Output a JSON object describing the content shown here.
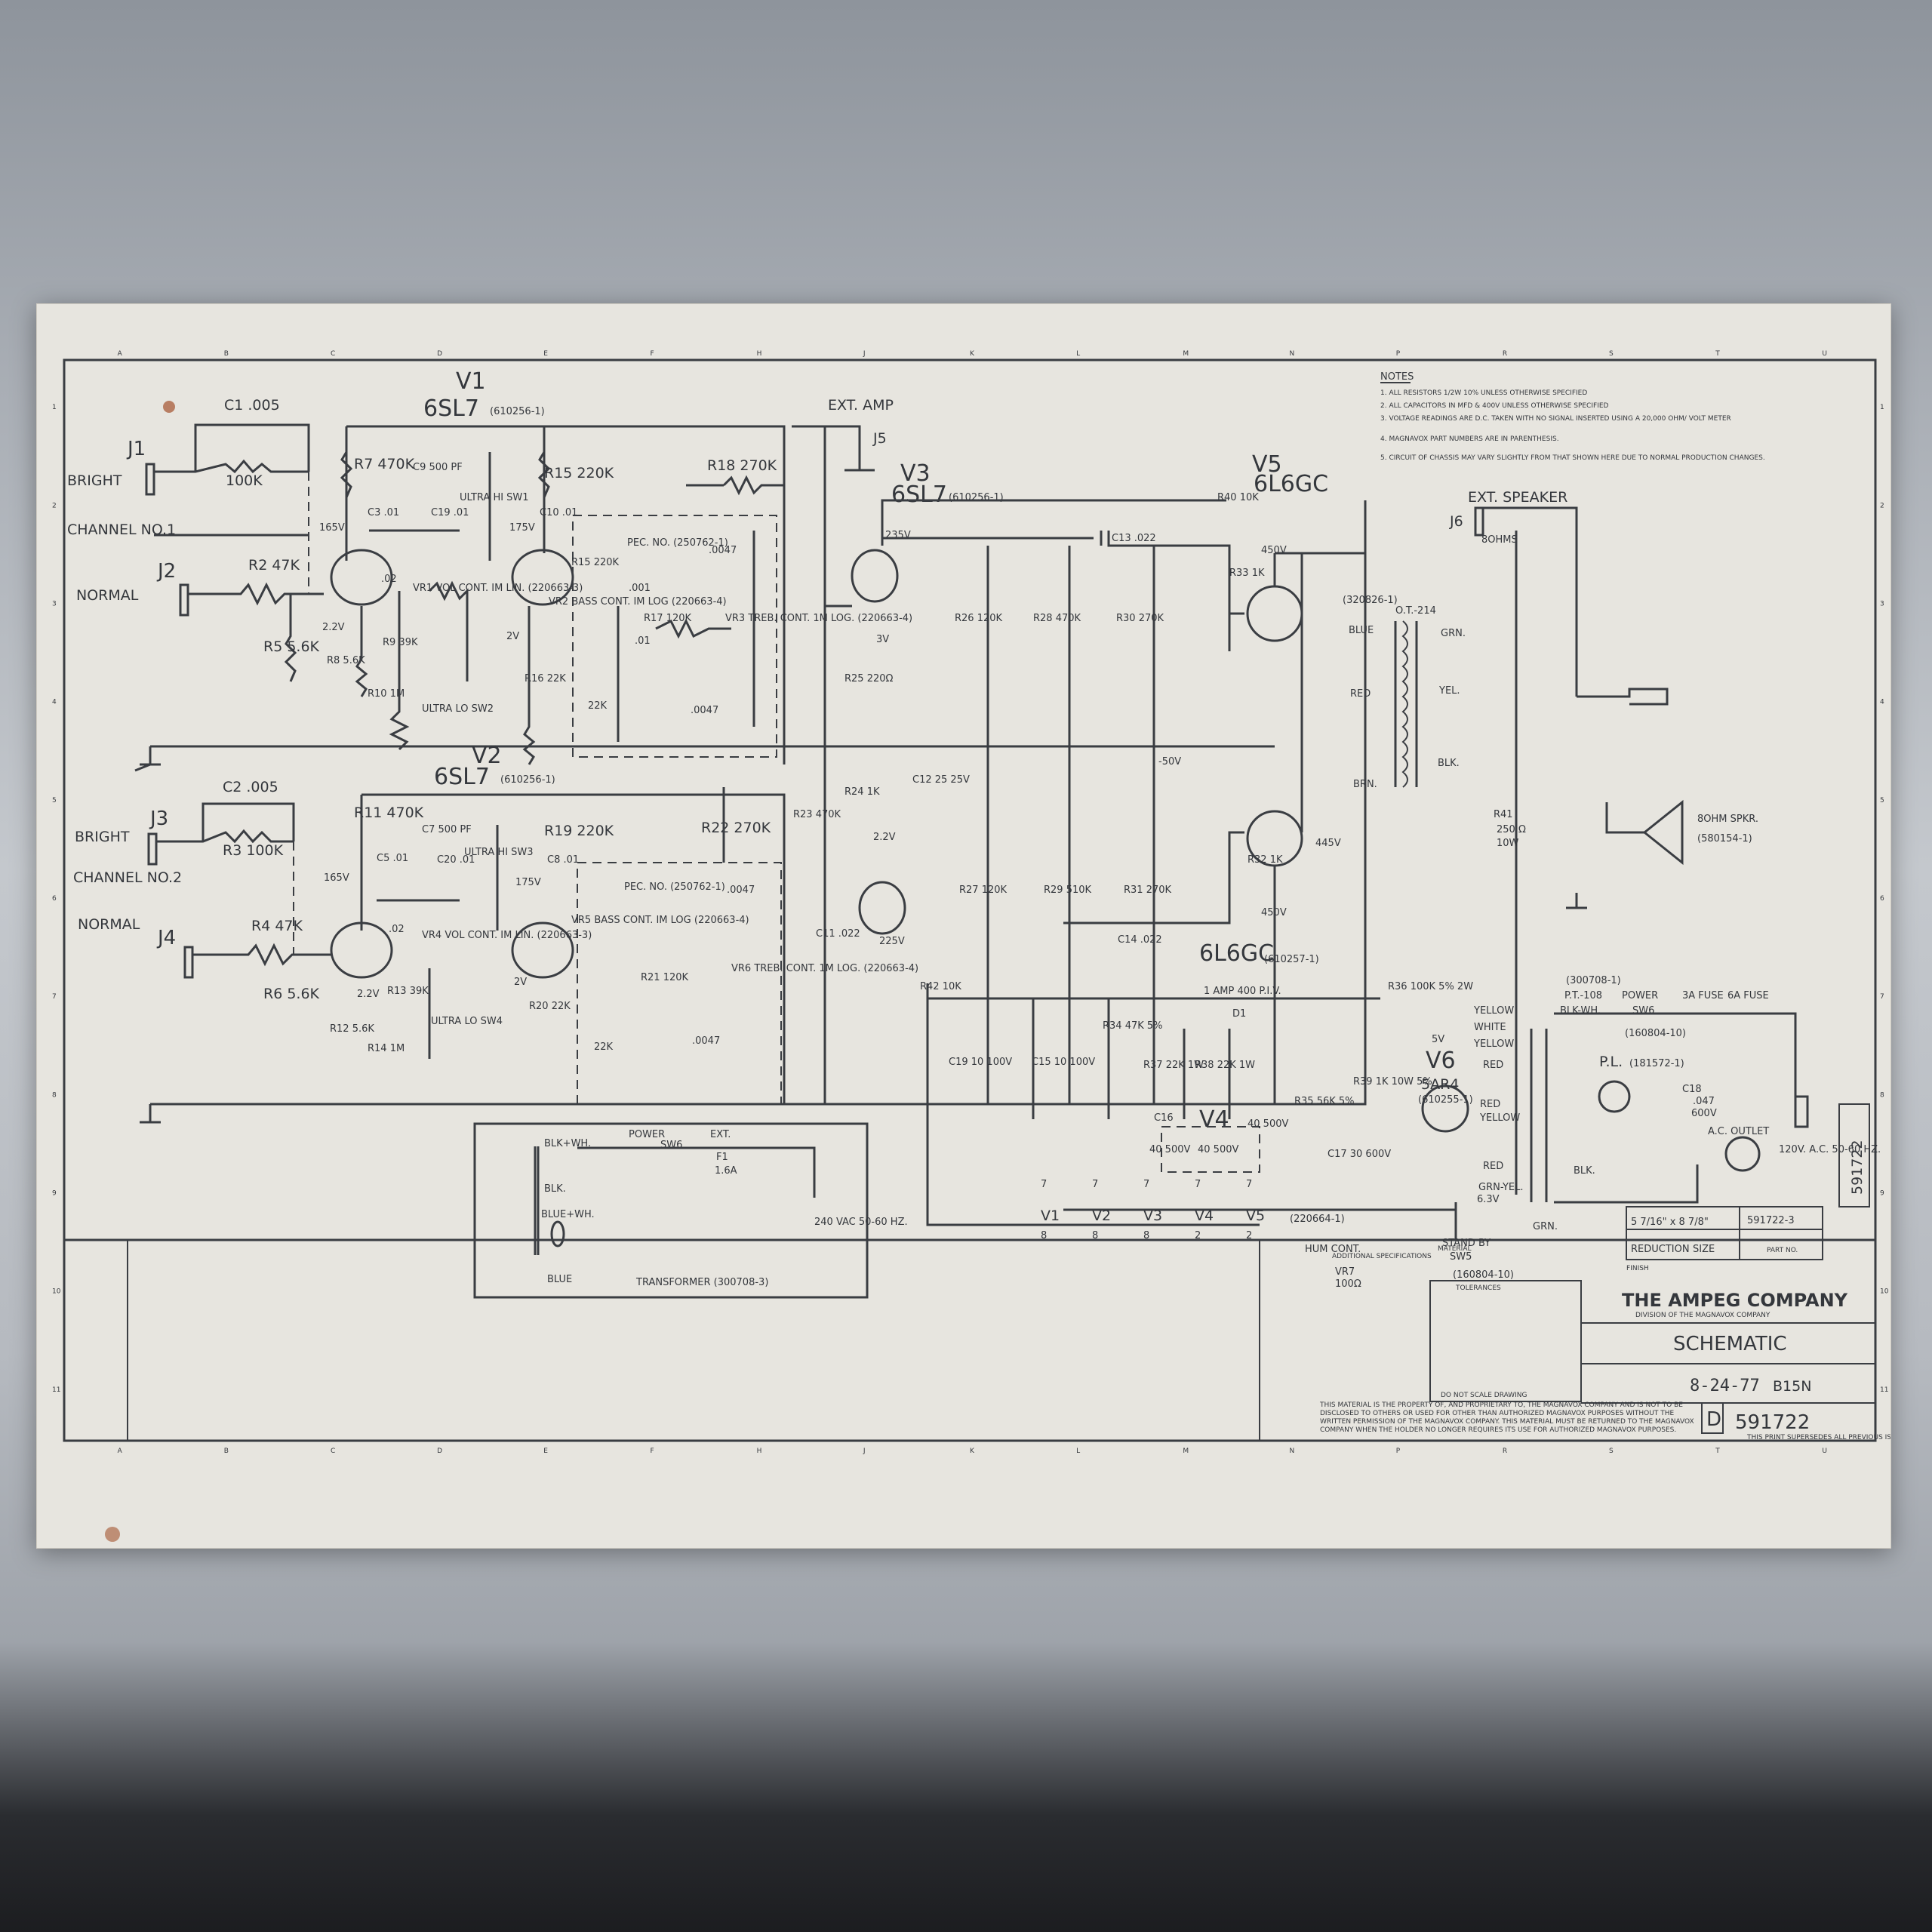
{
  "notes": {
    "heading": "NOTES",
    "items": [
      "1.  ALL RESISTORS 1/2W 10% UNLESS OTHERWISE SPECIFIED",
      "2.  ALL CAPACITORS IN MFD & 400V UNLESS OTHERWISE SPECIFIED",
      "3.  VOLTAGE READINGS ARE D.C. TAKEN WITH NO SIGNAL INSERTED USING A 20,000 OHM/ VOLT METER",
      "4.  MAGNAVOX PART NUMBERS ARE IN PARENTHESIS.",
      "5.  CIRCUIT OF CHASSIS MAY VARY SLIGHTLY FROM THAT SHOWN HERE DUE TO NORMAL PRODUCTION CHANGES."
    ]
  },
  "inputs": {
    "bright": "BRIGHT",
    "channel1": "CHANNEL NO.1",
    "channel2": "CHANNEL NO.2",
    "normal": "NORMAL",
    "j1": "J1",
    "j2": "J2",
    "j3": "J3",
    "j4": "J4"
  },
  "tubes": {
    "v1": "V1",
    "v1_type": "6SL7",
    "v1_part": "(610256-1)",
    "v2": "V2",
    "v2_type": "6SL7",
    "v2_part": "(610256-1)",
    "v3": "V3",
    "v3_type": "6SL7",
    "v3_part": "(610256-1)",
    "v4": "V4",
    "v4_type": "6L6GC",
    "v4_part": "(610257-1)",
    "v5": "V5",
    "v5_type": "6L6GC",
    "v6": "V6",
    "v6_type": "5AR4",
    "v6_part": "(610255-1)"
  },
  "labels": {
    "ext_amp": "EXT. AMP",
    "j5": "J5",
    "ext_speaker": "EXT. SPEAKER",
    "j6": "J6",
    "j6_ohms": "8OHMS",
    "ot": "O.T.-214",
    "ot_part": "(320826-1)",
    "blue": "BLUE",
    "red": "RED",
    "brn": "BRN.",
    "grn": "GRN.",
    "yel": "YEL.",
    "blk": "BLK.",
    "speaker": "8OHM SPKR.",
    "speaker_part": "(580154-1)",
    "r41": "R41",
    "r41_val": "250 Ω",
    "r41_w": "10W",
    "power_trans": "P.T.-108",
    "pt_part": "(300708-1)",
    "blk_wh": "BLK-WH.",
    "power": "POWER",
    "sw6": "SW6",
    "fuse3": "3A FUSE",
    "fuse6": "6A FUSE",
    "sw_part": "(160804-10)",
    "pl": "P.L.",
    "pl_part": "(181572-1)",
    "ac_outlet": "A.C. OUTLET",
    "mains": "120V. A.C. 50-60 HZ.",
    "c18": "C18",
    "c18_val": ".047",
    "c18_v": "600V",
    "standby": "STAND BY",
    "sw5": "SW5",
    "standby_part": "(160804-10)",
    "hum": "HUM CONT.",
    "vr7": "VR7",
    "vr7_val": "100Ω",
    "heater_part": "(220664-1)",
    "d1": "D1",
    "d1_rating": "1 AMP   400 P.I.V.",
    "transformer": "TRANSFORMER (300708-3)",
    "t_blkwh": "BLK+WH.",
    "t_blk": "BLK.",
    "t_bluewh": "BLUE+WH.",
    "t_blue": "BLUE",
    "t_power": "POWER",
    "t_sw6": "SW6",
    "t_ext": "EXT.",
    "t_f1": "F1",
    "t_f1_val": "1.6A",
    "t_mains": "240 VAC 50-60 HZ.",
    "v_165a": "165V",
    "v_175a": "175V",
    "v_165b": "165V",
    "v_175b": "175V",
    "v_235": "235V",
    "v_225": "225V",
    "v_450a": "450V",
    "v_450b": "450V",
    "v_445": "445V",
    "v_m50": "-50V",
    "v_3v": "3V",
    "v_22a": "2.2V",
    "v_22b": "2.2V",
    "v_22c": "2.2V",
    "v_2a": "2V",
    "v_2b": "2V",
    "v_5v": "5V",
    "v_63": "6.3V",
    "yellow": "YELLOW",
    "white": "WHITE",
    "red2": "RED",
    "grn_yel": "GRN-YEL.",
    "blk2": "BLK."
  },
  "components": {
    "c1": "C1 .005",
    "r1": "100K",
    "r2": "R2 47K",
    "r5": "R5 5.6K",
    "r7": "R7 470K",
    "c3": "C3 .01",
    "c4": ".02",
    "r8": "R8 5.6K",
    "c9": "C9 500 PF",
    "c19a": "C19 .01",
    "vr1": "VR1 VOL CONT. IM LIN. (220663-3)",
    "r9": "R9 39K",
    "r10": "R10 1M",
    "ultra_hi": "ULTRA HI SW1",
    "ultra_lo": "ULTRA LO SW2",
    "r15": "R15 220K",
    "c10": "C10 .01",
    "r16": "R16 22K",
    "vr2": "VR2 BASS CONT. IM LOG (220663-4)",
    "pec": "PEC. NO. (250762-1)",
    "r17": "R17 120K",
    "r18": "R18 270K",
    "vr3": "VR3 TREB. CONT. 1M LOG. (220663-4)",
    "c0047a": ".0047",
    "c0047b": ".0047",
    "c001": ".001",
    "c01": ".01",
    "r22k": "22K",
    "c2": "C2 .005",
    "r3": "R3 100K",
    "r4": "R4 47K",
    "r6": "R6 5.6K",
    "r11": "R11 470K",
    "c5": "C5 .01",
    "c6": ".02",
    "r12": "R12 5.6K",
    "c7": "C7 500 PF",
    "c20": "C20 .01",
    "vr4": "VR4 VOL CONT. IM LIN. (220663-3)",
    "r13": "R13 39K",
    "r14": "R14 1M",
    "ultra_hi2": "ULTRA HI SW3",
    "ultra_lo2": "ULTRA LO SW4",
    "r19": "R19 220K",
    "c8": "C8 .01",
    "r20": "R20 22K",
    "vr5": "VR5 BASS CONT. IM LOG (220663-4)",
    "pec2": "PEC. NO. (250762-1)",
    "r21": "R21 120K",
    "r22": "R22 270K",
    "vr6": "VR6 TREB. CONT. 1M LOG. (220663-4)",
    "r23": "R23 470K",
    "r24": "R24 1K",
    "r25": "R25 220Ω",
    "c11": "C11 .022",
    "c12": "C12 25 25V",
    "r26": "R26 120K",
    "r27": "R27 120K",
    "r28": "R28 470K",
    "r29": "R29 510K",
    "c13": "C13 .022",
    "c14": "C14 .022",
    "r30": "R30 270K",
    "r31": "R31 270K",
    "r32": "R32 1K",
    "r33": "R33 1K",
    "r40": "R40 10K",
    "r42": "R42 10K",
    "c19": "C19 10 100V",
    "c15": "C15 10 100V",
    "r34": "R34 47K 5%",
    "r37": "R37 22K 1W",
    "r38": "R38 22K 1W",
    "c16": "C16",
    "c16a": "40 500V",
    "c16b": "40 500V",
    "c16c": "40 500V",
    "r35": "R35 56K 5%",
    "c17": "C17 30 600V",
    "r39": "R39 1K 10W 5%",
    "r36": "R36 100K 5% 2W"
  },
  "heaters": [
    "V1",
    "V2",
    "V3",
    "V4",
    "V5"
  ],
  "heater_pins_top": [
    "7",
    "7",
    "7",
    "7",
    "7"
  ],
  "heater_pins_bottom": [
    "8",
    "8",
    "8",
    "2",
    "2"
  ],
  "grid": {
    "letters": [
      "A",
      "B",
      "C",
      "D",
      "E",
      "F",
      "H",
      "J",
      "K",
      "L",
      "M",
      "N",
      "P",
      "R",
      "S",
      "T",
      "U"
    ],
    "numbers": [
      "1",
      "2",
      "3",
      "4",
      "5",
      "6",
      "7",
      "8",
      "9",
      "10",
      "11"
    ]
  },
  "title_block": {
    "company": "THE AMPEG COMPANY",
    "division": "DIVISION OF THE MAGNAVOX COMPANY",
    "title": "SCHEMATIC",
    "additional": "ADDITIONAL SPECIFICATIONS",
    "material": "MATERIAL",
    "finish": "FINISH",
    "model": "B15N",
    "date": "8-24-77",
    "size": "D",
    "dwg_no": "591722",
    "reduction": "5 7/16\" x 8 7/8\"",
    "reduction_label": "REDUCTION",
    "size_label": "SIZE",
    "part_no": "591722-3",
    "part_no_label": "PART NO.",
    "side_number": "591722",
    "tolerances": "TOLERANCES",
    "do_not_scale": "DO NOT SCALE DRAWING",
    "proprietary": "THIS MATERIAL IS THE PROPERTY OF, AND PROPRIETARY TO, THE MAGNAVOX COMPANY AND IS NOT TO BE DISCLOSED TO OTHERS OR USED FOR OTHER THAN AUTHORIZED MAGNAVOX PURPOSES WITHOUT THE WRITTEN PERMISSION OF THE MAGNAVOX COMPANY. THIS MATERIAL MUST BE RETURNED TO THE MAGNAVOX COMPANY WHEN THE HOLDER NO LONGER REQUIRES ITS USE FOR AUTHORIZED MAGNAVOX PURPOSES.",
    "supersedes": "THIS PRINT SUPERSEDES ALL PREVIOUS ISSUES"
  },
  "colors": {
    "paper": "#e7e5df",
    "ink": "#3a3d42",
    "rust": "#a4532e"
  }
}
